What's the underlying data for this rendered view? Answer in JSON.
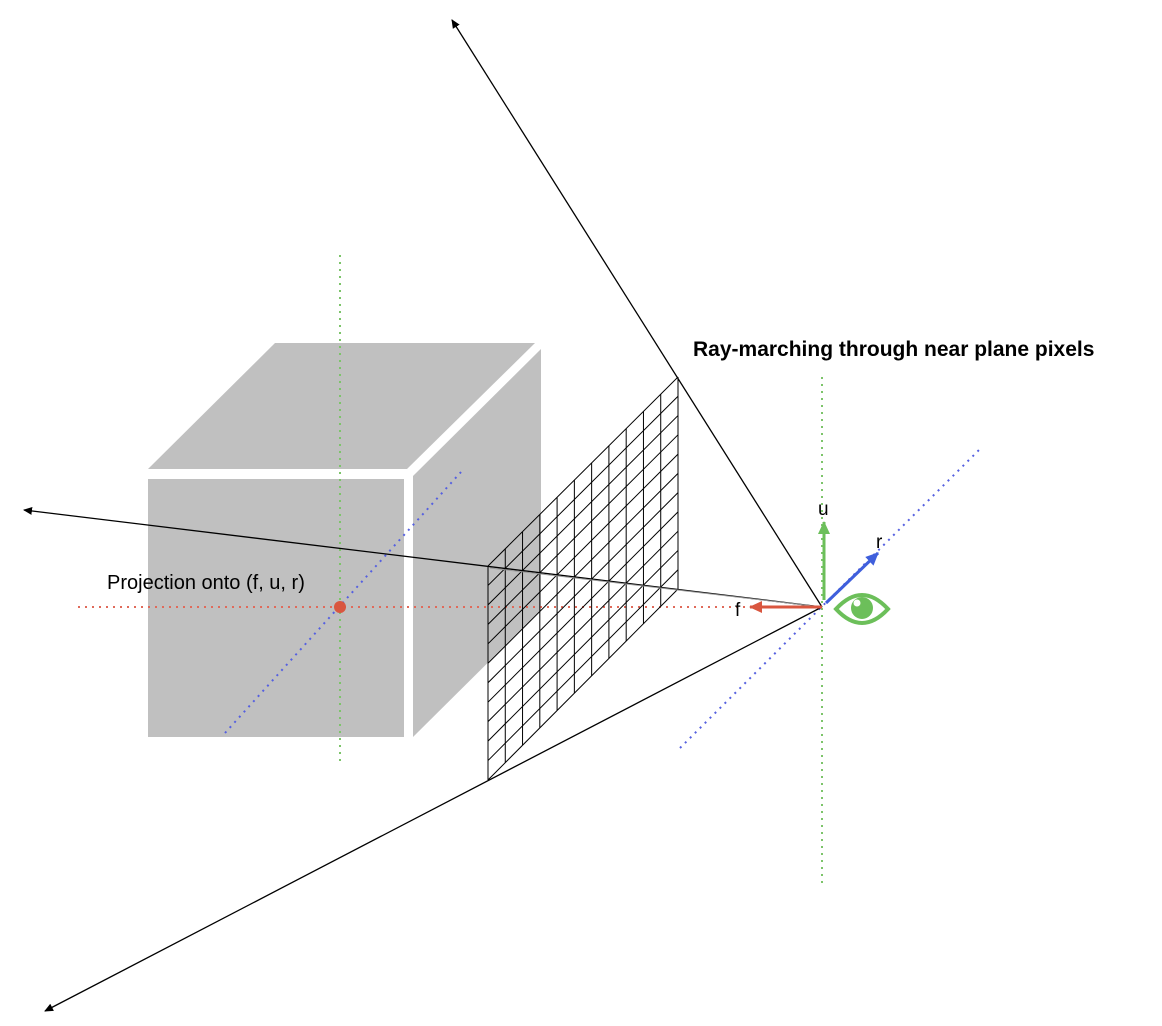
{
  "title": "Ray-marching through near plane pixels",
  "projection_label": "Projection onto (f, u, r)",
  "axes": {
    "forward": "f",
    "up": "u",
    "right": "r"
  },
  "near_plane_grid": {
    "columns": 11,
    "rows": 11
  },
  "colors": {
    "cube_fill": "#c0c0c0",
    "forward_vector": "#d9563f",
    "up_vector": "#6cbf5a",
    "right_vector": "#3f5fdc",
    "eye": "#6cbf5a",
    "projection_point": "#d9563f",
    "dotted_red": "#e06a5a",
    "dotted_green": "#7cc46a",
    "dotted_blue": "#5560e0"
  },
  "icons": {
    "eye": "eye-icon"
  }
}
